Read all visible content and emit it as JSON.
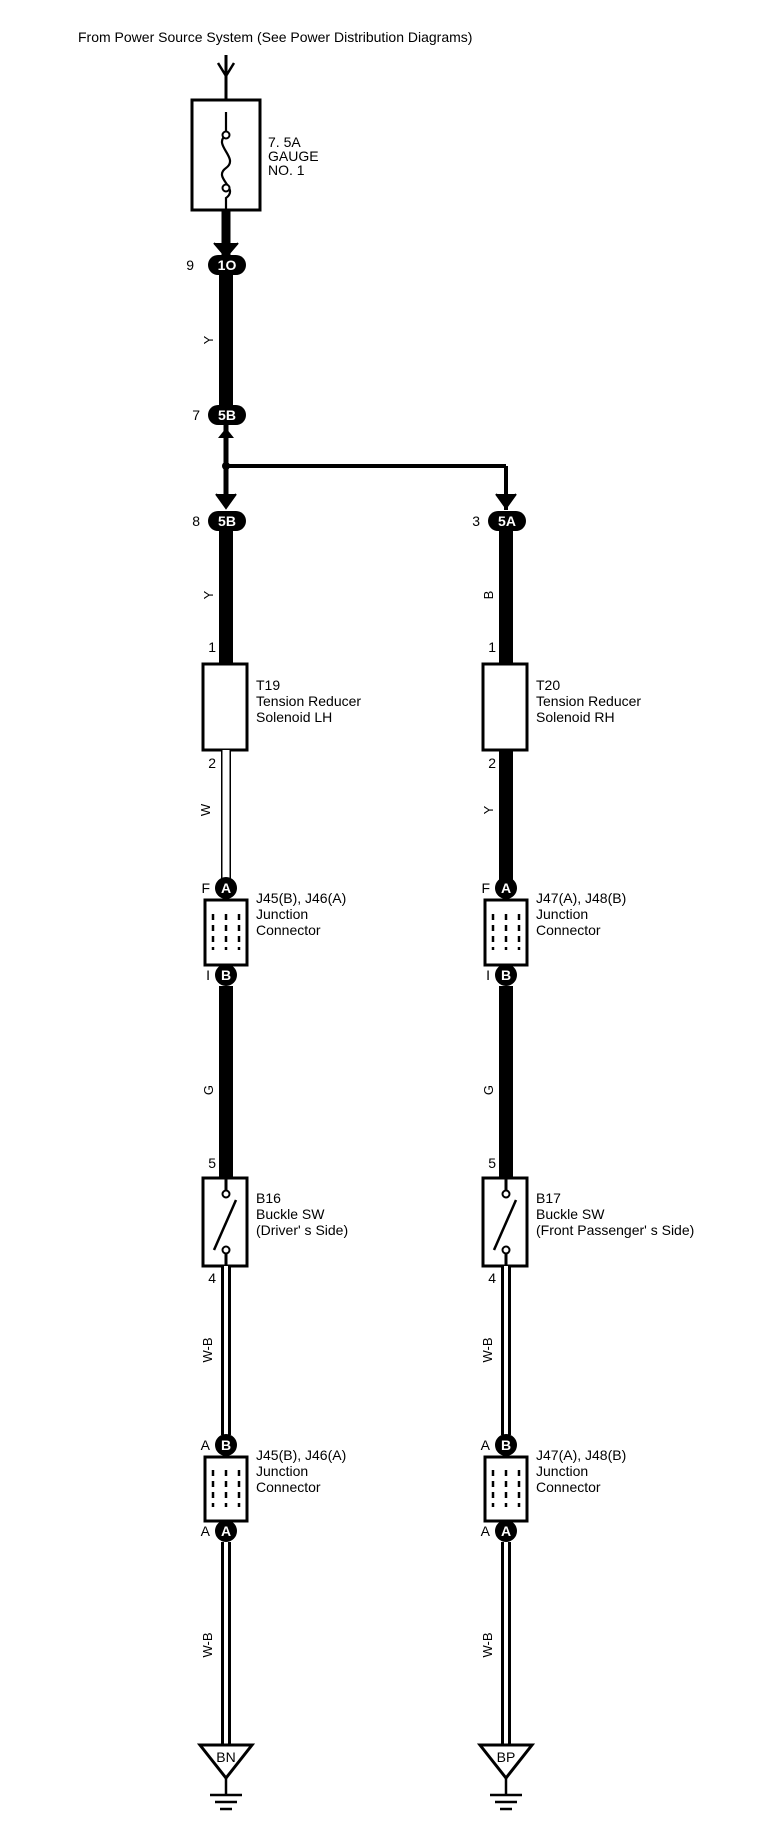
{
  "header": {
    "source_label": "From Power Source System (See Power Distribution Diagrams)"
  },
  "fuse": {
    "rating": "7. 5A",
    "name": "GAUGE",
    "number": "NO. 1"
  },
  "connectors": {
    "c1": {
      "pin": "9",
      "code": "1O"
    },
    "c2": {
      "pin": "7",
      "code": "5B"
    },
    "c3": {
      "pin": "8",
      "code": "5B"
    },
    "c4": {
      "pin": "3",
      "code": "5A"
    }
  },
  "wires": {
    "feed": "Y",
    "left_top": "Y",
    "right_top": "B",
    "left_solenoid_out": "W",
    "right_solenoid_out": "Y",
    "left_mid": "G",
    "right_mid": "G",
    "left_buckle_out": "W-B",
    "right_buckle_out": "W-B",
    "left_ground": "W-B",
    "right_ground": "W-B"
  },
  "left_branch": {
    "solenoid": {
      "id": "T19",
      "line1": "Tension Reducer",
      "line2": "Solenoid LH",
      "pin_in": "1",
      "pin_out": "2"
    },
    "junction1": {
      "ids": "J45(B), J46(A)",
      "line1": "Junction",
      "line2": "Connector",
      "top_pin": "F",
      "top_code": "A",
      "bottom_pin": "I",
      "bottom_code": "B"
    },
    "buckle": {
      "id": "B16",
      "line1": "Buckle SW",
      "line2": "(Driver' s Side)",
      "pin_in": "5",
      "pin_out": "4"
    },
    "junction2": {
      "ids": "J45(B), J46(A)",
      "line1": "Junction",
      "line2": "Connector",
      "top_pin": "A",
      "top_code": "B",
      "bottom_pin": "A",
      "bottom_code": "A"
    },
    "ground": "BN"
  },
  "right_branch": {
    "solenoid": {
      "id": "T20",
      "line1": "Tension Reducer",
      "line2": "Solenoid RH",
      "pin_in": "1",
      "pin_out": "2"
    },
    "junction1": {
      "ids": "J47(A), J48(B)",
      "line1": "Junction",
      "line2": "Connector",
      "top_pin": "F",
      "top_code": "A",
      "bottom_pin": "I",
      "bottom_code": "B"
    },
    "buckle": {
      "id": "B17",
      "line1": "Buckle SW",
      "line2": "(Front Passenger' s Side)",
      "pin_in": "5",
      "pin_out": "4"
    },
    "junction2": {
      "ids": "J47(A), J48(B)",
      "line1": "Junction",
      "line2": "Connector",
      "top_pin": "A",
      "top_code": "B",
      "bottom_pin": "A",
      "bottom_code": "A"
    },
    "ground": "BP"
  }
}
